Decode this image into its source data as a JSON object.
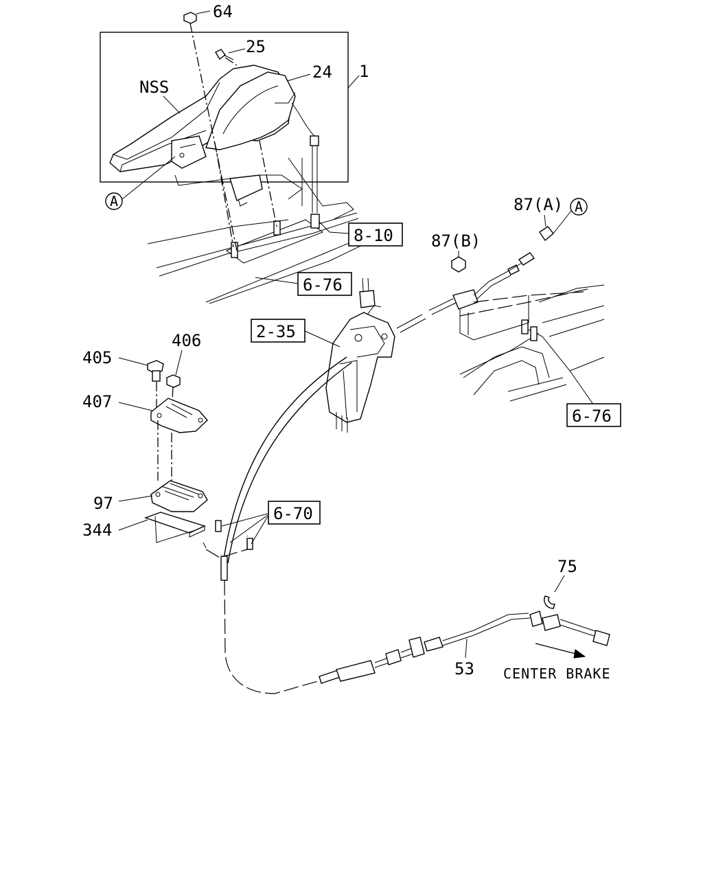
{
  "diagram": {
    "callouts": {
      "c64": "64",
      "c25": "25",
      "c24": "24",
      "c1": "1",
      "nss": "NSS",
      "a_left": "A",
      "a_right": "A",
      "c87a": "87(A)",
      "c87b": "87(B)",
      "c406": "406",
      "c405": "405",
      "c407": "407",
      "c97": "97",
      "c344": "344",
      "c75": "75",
      "c53": "53"
    },
    "refs": {
      "r8_10": "8-10",
      "r6_76_top": "6-76",
      "r2_35": "2-35",
      "r6_76_right": "6-76",
      "r6_70": "6-70"
    },
    "direction_label": "CENTER BRAKE"
  }
}
